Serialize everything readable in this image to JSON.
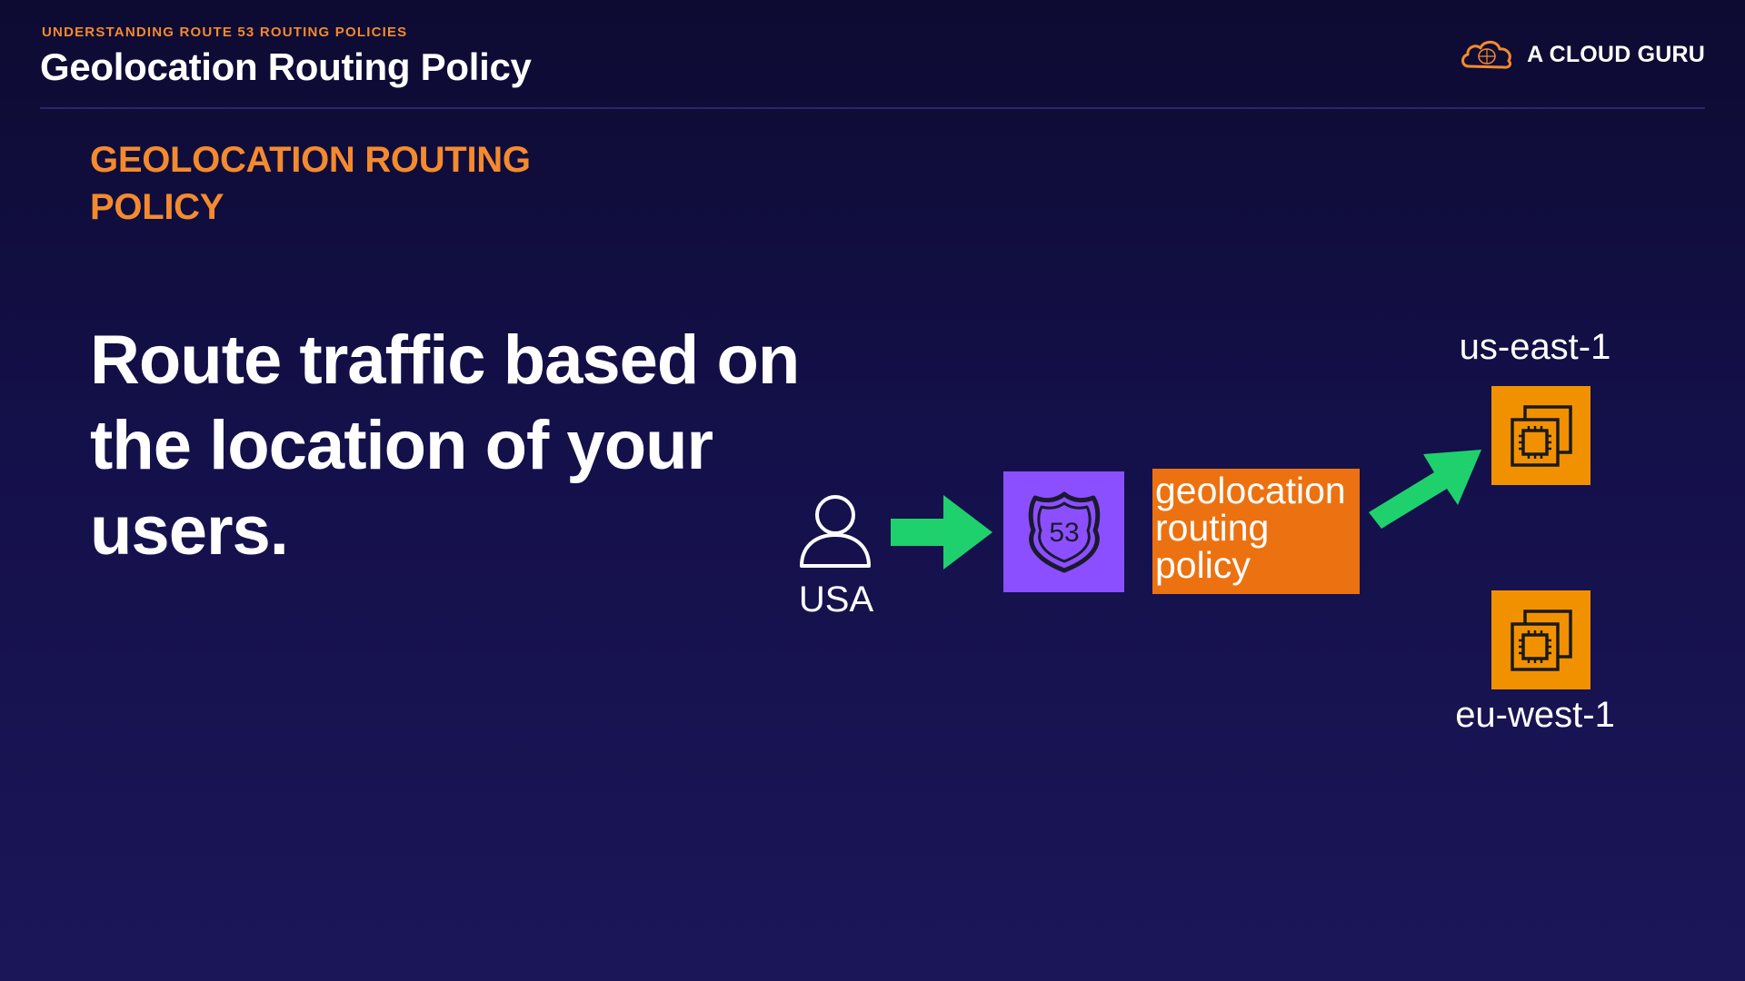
{
  "header": {
    "eyebrow": "UNDERSTANDING ROUTE 53 ROUTING POLICIES",
    "title": "Geolocation Routing Policy"
  },
  "brand": {
    "name": "A CLOUD GURU",
    "icon": "cloud-logo-icon",
    "color": "#f48a2e"
  },
  "slide": {
    "heading": "GEOLOCATION ROUTING POLICY",
    "statement": "Route traffic based on the location of your users."
  },
  "diagram": {
    "user": {
      "label": "USA",
      "icon": "user-icon"
    },
    "route53": {
      "icon": "route53-shield-icon",
      "number": "53",
      "color": "#8c4fff"
    },
    "policy": {
      "label": "geolocation routing policy",
      "color": "#ec7211"
    },
    "regions": [
      {
        "label": "us-east-1",
        "icon": "ec2-instance-icon"
      },
      {
        "label": "eu-west-1",
        "icon": "ec2-instance-icon"
      }
    ],
    "arrow_color": "#1fd16c",
    "instance_color": "#f29100"
  }
}
